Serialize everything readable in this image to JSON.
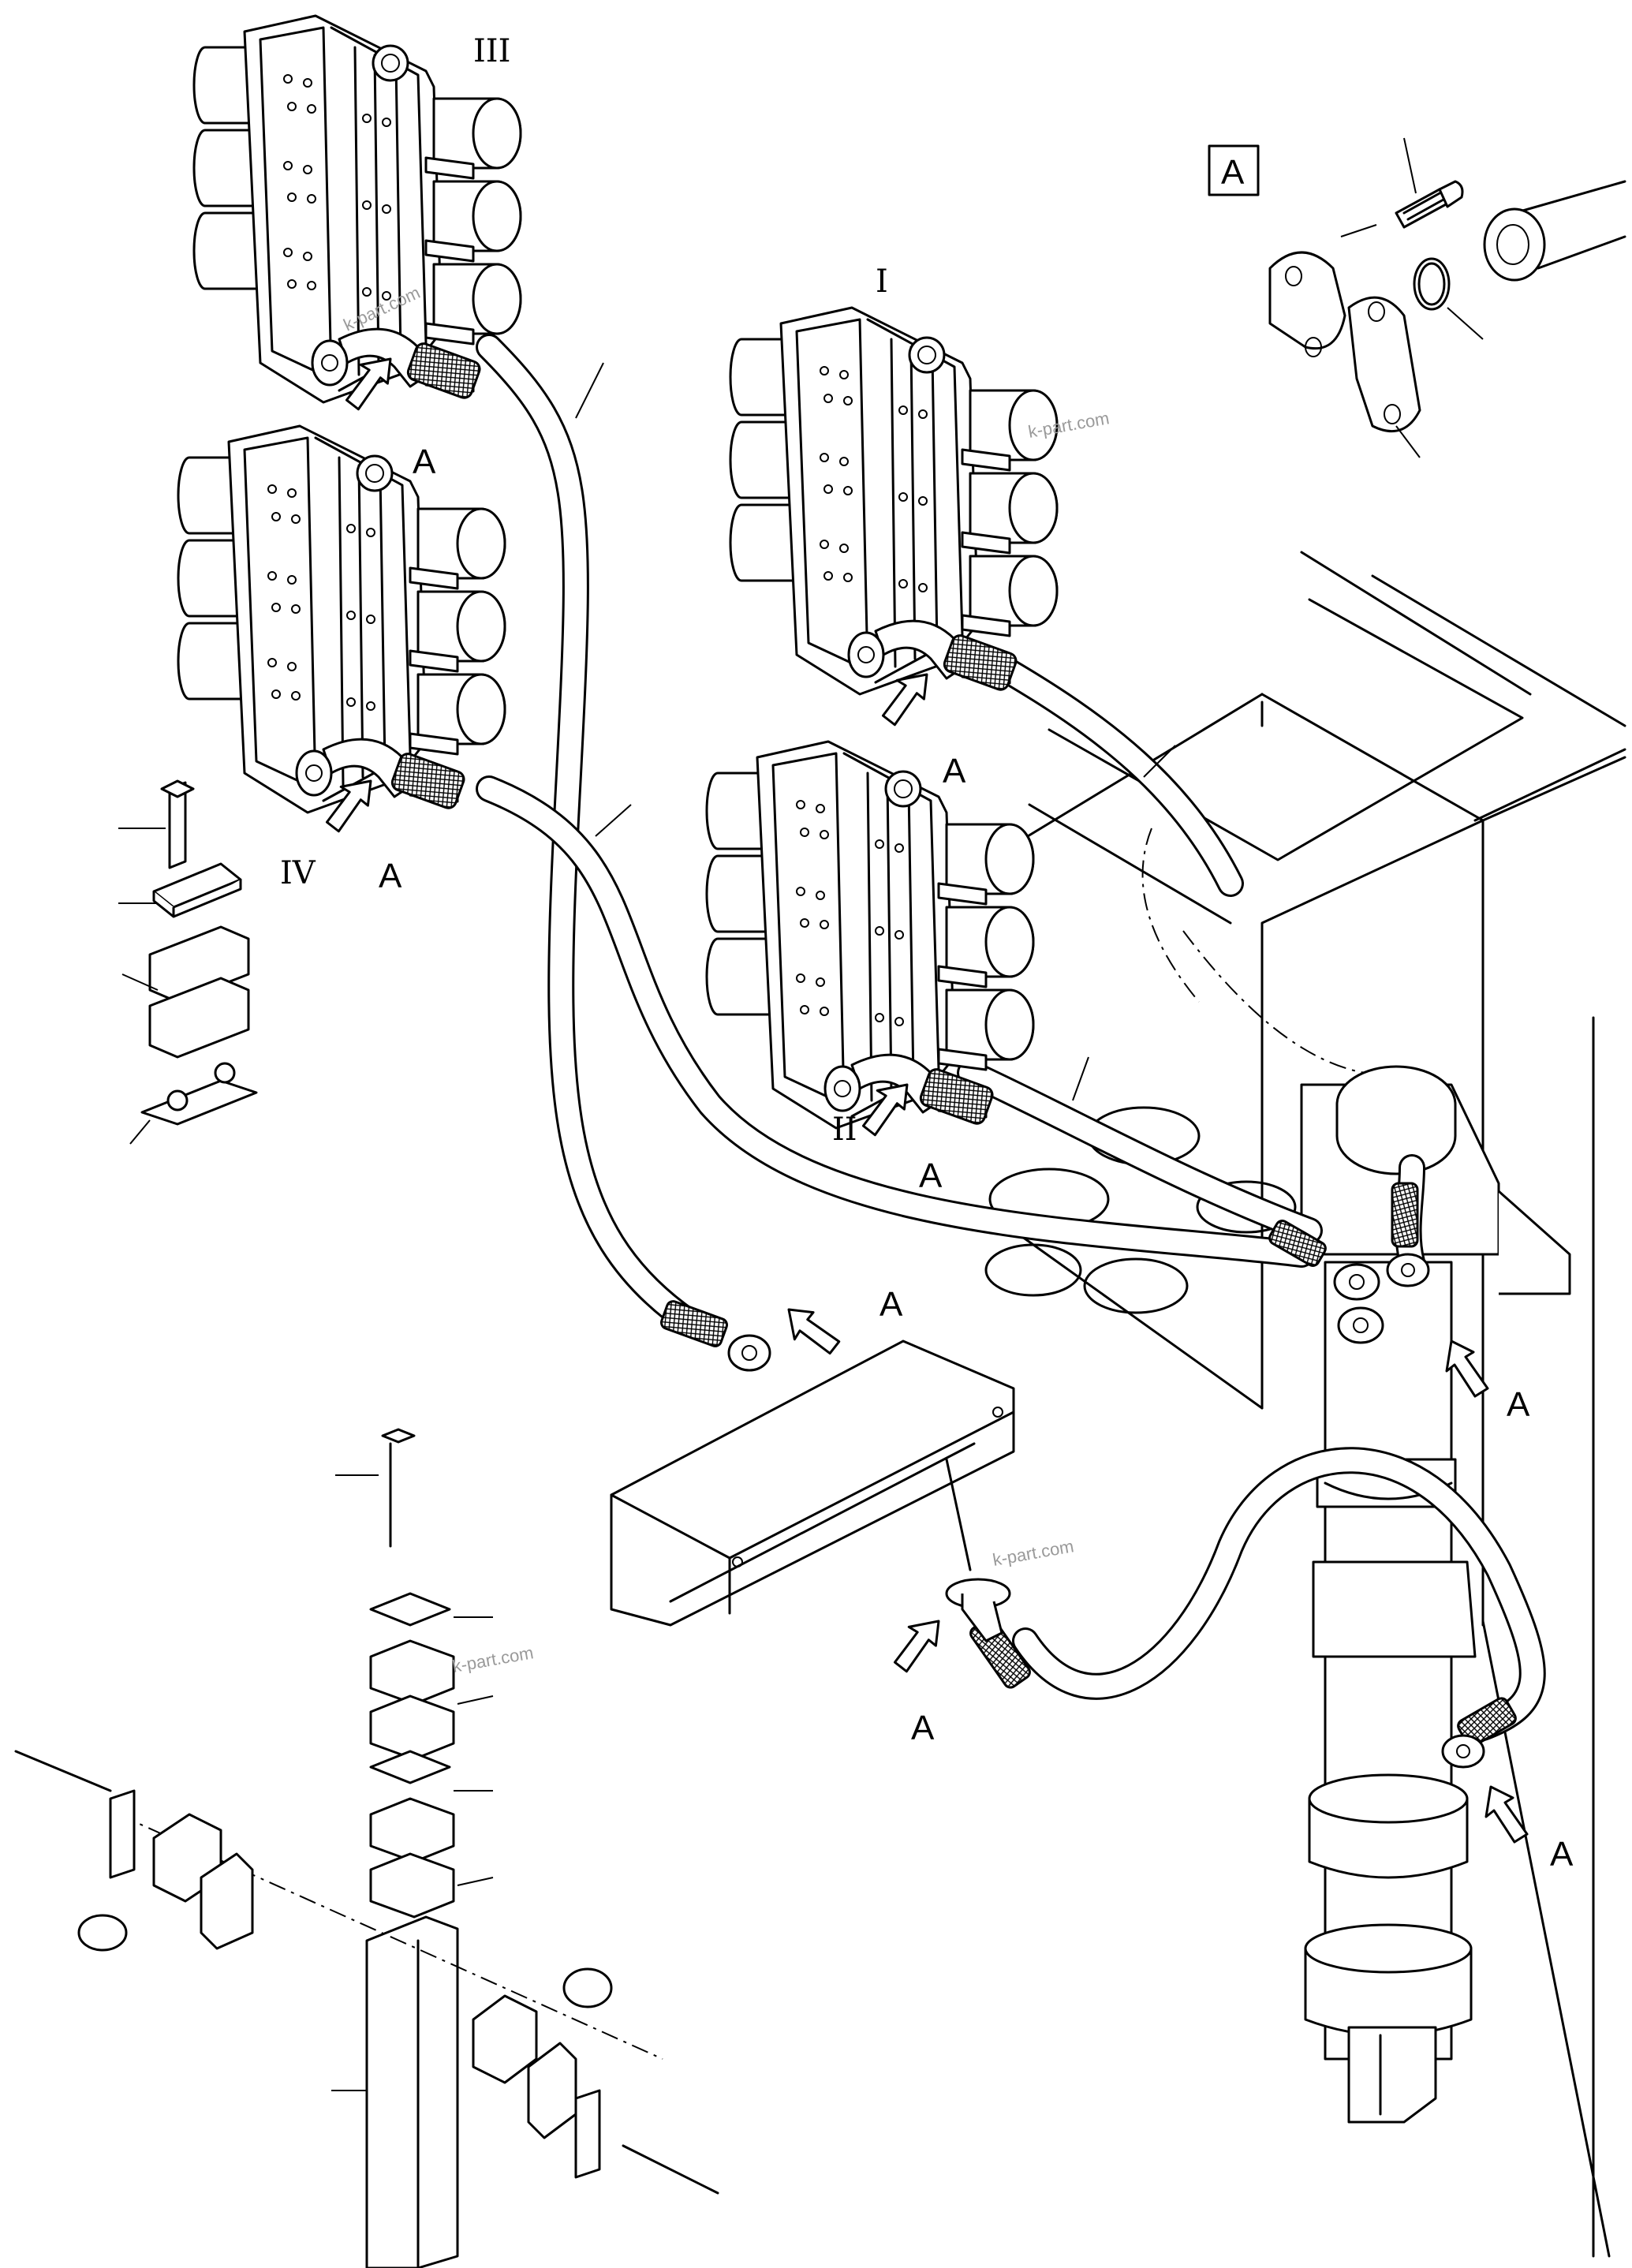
{
  "labels": {
    "group_1": "I",
    "group_2": "II",
    "group_3": "III",
    "group_4": "IV",
    "detail_box": "A",
    "view_a_1": "A",
    "view_a_2": "A",
    "view_a_3": "A",
    "view_a_4": "A",
    "view_a_5": "A",
    "view_a_6": "A",
    "view_a_7": "A",
    "view_a_8": "A"
  },
  "watermarks": [
    "k-part.com",
    "k-part.com",
    "k-part.com",
    "k-part.com"
  ],
  "colors": {
    "line": "#000000",
    "background": "#ffffff",
    "watermark": "#9a9a9a"
  }
}
